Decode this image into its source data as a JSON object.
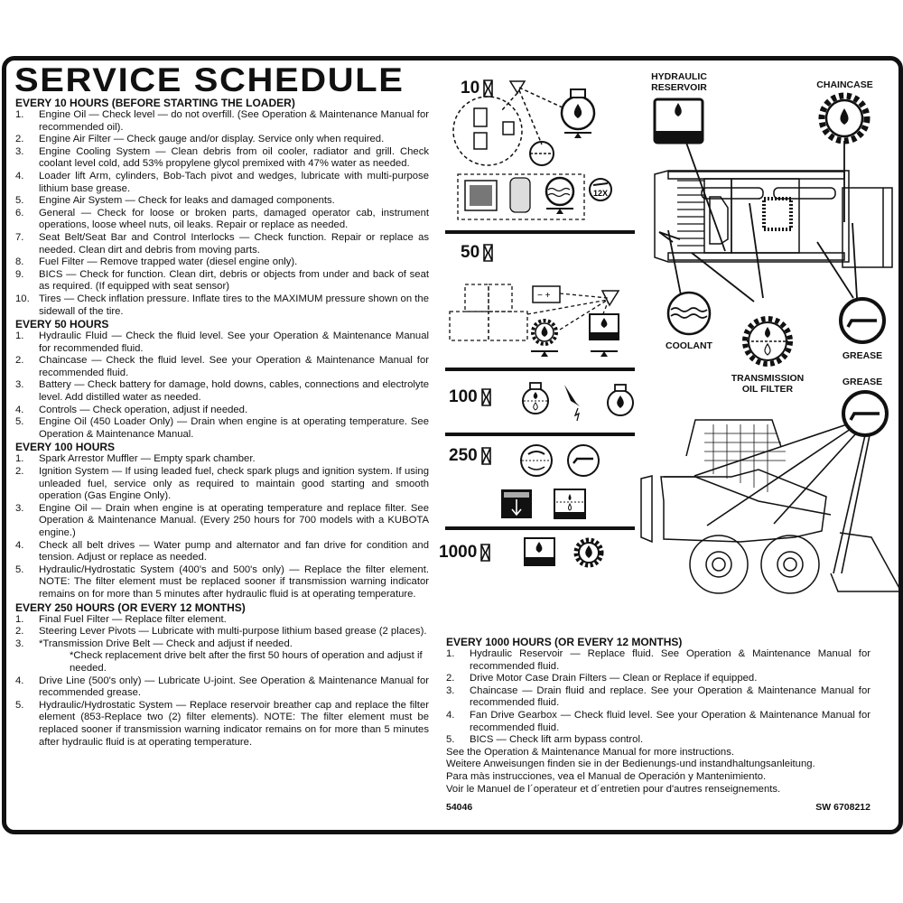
{
  "title": "SERVICE SCHEDULE",
  "sections": {
    "h10": {
      "heading": "EVERY 10 HOURS (BEFORE STARTING THE LOADER)",
      "items": [
        {
          "n": "1.",
          "t": "Engine Oil — Check level — do not overfill. (See Operation & Maintenance Manual for recommended oil)."
        },
        {
          "n": "2.",
          "t": "Engine Air Filter — Check gauge and/or display. Service only when required."
        },
        {
          "n": "3.",
          "t": "Engine Cooling System — Clean debris from oil cooler, radiator and grill. Check coolant level cold, add 53% propylene glycol premixed with 47% water as needed."
        },
        {
          "n": "4.",
          "t": "Loader lift Arm, cylinders, Bob-Tach pivot and wedges, lubricate with multi-purpose lithium base grease."
        },
        {
          "n": "5.",
          "t": "Engine Air System — Check for leaks and damaged components."
        },
        {
          "n": "6.",
          "t": "General — Check for loose or broken parts, damaged operator cab, instrument operations, loose wheel nuts, oil leaks. Repair or replace as needed."
        },
        {
          "n": "7.",
          "t": "Seat Belt/Seat Bar and Control Interlocks — Check function. Repair or replace as needed. Clean dirt and debris from moving parts."
        },
        {
          "n": "8.",
          "t": "Fuel Filter — Remove trapped water (diesel engine only)."
        },
        {
          "n": "9.",
          "t": "BICS — Check for function. Clean dirt, debris or objects from under and back of seat as required. (If equipped with seat sensor)"
        },
        {
          "n": "10.",
          "t": "Tires — Check inflation pressure. Inflate tires to the MAXIMUM pressure shown on the sidewall of the tire."
        }
      ]
    },
    "h50": {
      "heading": "EVERY 50 HOURS",
      "items": [
        {
          "n": "1.",
          "t": "Hydraulic Fluid — Check the fluid level. See your Operation & Maintenance Manual for recommended fluid."
        },
        {
          "n": "2.",
          "t": "Chaincase — Check the fluid level. See your Operation & Maintenance Manual for recommended fluid."
        },
        {
          "n": "3.",
          "t": "Battery — Check battery for damage, hold downs, cables, connections and electrolyte level. Add distilled water as needed."
        },
        {
          "n": "4.",
          "t": "Controls — Check operation, adjust if needed."
        },
        {
          "n": "5.",
          "t": "Engine Oil (450 Loader Only) — Drain when engine is at operating temperature. See Operation & Maintenance Manual."
        }
      ]
    },
    "h100": {
      "heading": "EVERY 100 HOURS",
      "items": [
        {
          "n": "1.",
          "t": "Spark Arrestor Muffler — Empty spark chamber."
        },
        {
          "n": "2.",
          "t": "Ignition System — If using leaded fuel, check spark plugs and ignition system. If using unleaded fuel, service only as required to maintain good starting and smooth operation (Gas Engine Only)."
        },
        {
          "n": "3.",
          "t": "Engine Oil — Drain when engine is at operating temperature and replace filter. See Operation & Maintenance Manual. (Every 250 hours for 700 models with a KUBOTA engine.)"
        },
        {
          "n": "4.",
          "t": "Check all belt drives — Water pump and alternator and fan drive for condition and tension. Adjust or replace as needed."
        },
        {
          "n": "5.",
          "t": "Hydraulic/Hydrostatic System (400's and 500's only) — Replace the filter element. NOTE: The filter element must be replaced sooner if transmission warning indicator remains on for more than 5 minutes after hydraulic fluid is at operating temperature."
        }
      ]
    },
    "h250": {
      "heading": "EVERY 250 HOURS (OR EVERY 12 MONTHS)",
      "items": [
        {
          "n": "1.",
          "t": "Final Fuel Filter — Replace filter element."
        },
        {
          "n": "2.",
          "t": "Steering Lever Pivots — Lubricate with multi-purpose lithium based grease (2 places)."
        },
        {
          "n": "3.",
          "t": "*Transmission Drive Belt — Check and adjust if needed."
        },
        {
          "n": "4.",
          "t": "Drive Line (500's only) — Lubricate U-joint. See Operation & Maintenance Manual for recommended grease."
        },
        {
          "n": "5.",
          "t": "Hydraulic/Hydrostatic System — Replace reservoir breather cap and replace the filter element (853-Replace two (2) filter elements). NOTE: The filter element must be replaced sooner if transmission warning indicator remains on for more than 5 minutes after hydraulic fluid is at operating temperature."
        }
      ],
      "note": "*Check replacement drive belt after the first 50 hours of operation and adjust if needed."
    },
    "h1000": {
      "heading": "EVERY 1000 HOURS (OR EVERY 12 MONTHS)",
      "items": [
        {
          "n": "1.",
          "t": "Hydraulic Reservoir — Replace fluid. See Operation & Maintenance Manual for recommended fluid."
        },
        {
          "n": "2.",
          "t": "Drive Motor Case Drain Filters — Clean or Replace if equipped."
        },
        {
          "n": "3.",
          "t": "Chaincase — Drain fluid and replace. See your Operation & Maintenance Manual for recommended fluid."
        },
        {
          "n": "4.",
          "t": "Fan Drive Gearbox — Check fluid level. See your Operation & Maintenance Manual for recommended fluid."
        },
        {
          "n": "5.",
          "t": "BICS — Check lift arm bypass control."
        }
      ]
    }
  },
  "footer": {
    "en": "See the Operation & Maintenance Manual for more instructions.",
    "de": "Weitere Anweisungen finden sie in der Bedienungs-und instandhaltungsanleitung.",
    "es": "Para màs instrucciones, vea el Manual de Operación y Mantenimiento.",
    "fr": "Voir le Manuel de l´operateur et d´entretien pour d'autres renseignements.",
    "part_left": "54046",
    "part_right": "SW 6708212"
  },
  "icon_panel": {
    "intervals": [
      "10",
      "50",
      "100",
      "250",
      "1000"
    ],
    "twelve_x": "12X",
    "icons": {
      "h10": [
        "engine-oil-icon",
        "air-filter-icon",
        "fuel-filter-icon",
        "radiator-icon",
        "engine-air-system-icon",
        "coolant-icon",
        "grease-12x-icon"
      ],
      "h50": [
        "seat-bar-icon",
        "seat-belt-icon",
        "battery-icon",
        "chaincase-icon",
        "hydraulic-reservoir-icon"
      ],
      "h100": [
        "engine-oil-drain-icon",
        "spark-arrestor-icon",
        "engine-oil-icon"
      ],
      "h250": [
        "fuel-filter-icon",
        "grease-icon",
        "drain-filter-icon",
        "hydraulic-filter-icon"
      ],
      "h1000": [
        "hydraulic-reservoir-icon",
        "chaincase-icon"
      ]
    }
  },
  "diagram": {
    "labels": {
      "hydraulic_reservoir": "HYDRAULIC RESERVOIR",
      "chaincase": "CHAINCASE",
      "coolant": "COOLANT",
      "transmission_oil_filter": "TRANSMISSION OIL FILTER",
      "grease_top": "GREASE",
      "grease_side": "GREASE"
    }
  }
}
